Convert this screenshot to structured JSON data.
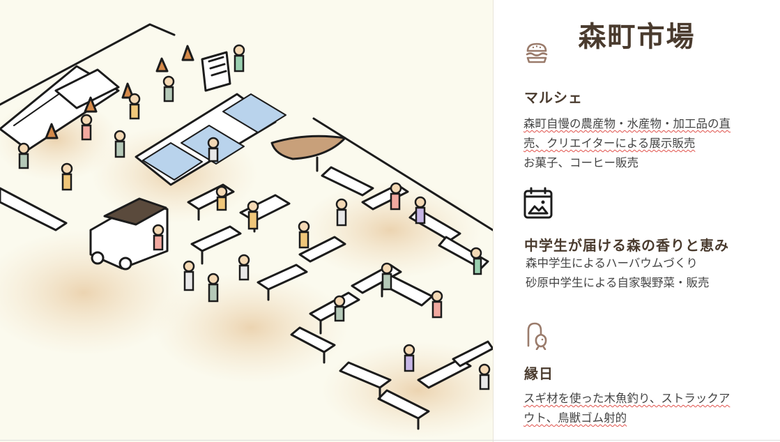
{
  "title": "森町市場",
  "icons": {
    "marche": "burger-icon",
    "junior": "calendar-image-icon",
    "ennichi": "fishing-hook-icon"
  },
  "colors": {
    "heading": "#4a3b2e",
    "icon_brown": "#9a7b6b",
    "spellcheck": "#e0504a"
  },
  "sections": {
    "marche": {
      "heading": "マルシェ",
      "line1": "森町自慢の農産物・水産物・加工品の直",
      "line2": "売、クリエイターによる展示販売",
      "line3": "お菓子、コーヒー販売"
    },
    "junior": {
      "heading": "中学生が届ける森の香りと恵み",
      "line1": "森中学生によるハーバウムづくり",
      "line2": "砂原中学生による自家製野菜・販売"
    },
    "ennichi": {
      "heading": "縁日",
      "line1": "スギ材を使った木魚釣り、ストラックア",
      "line2": "ウト、鳥獣ゴム射的"
    }
  }
}
